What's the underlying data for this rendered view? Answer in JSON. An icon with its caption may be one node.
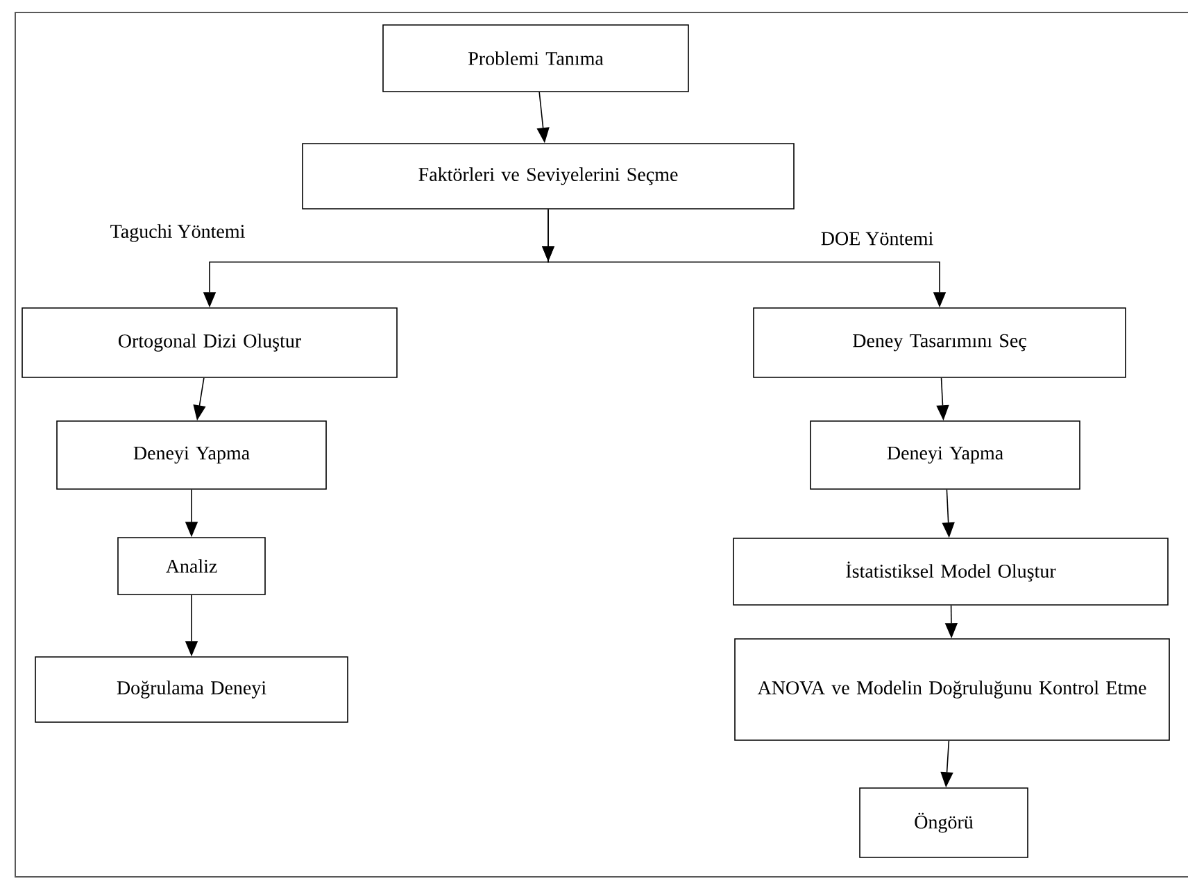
{
  "diagram": {
    "nodes": [
      {
        "text": [
          "Problemi Tanıma"
        ]
      },
      {
        "text": [
          "Faktörleri ve Seviyelerini Seçme"
        ]
      },
      {
        "text": [
          "Ortogonal Dizi Oluştur"
        ]
      },
      {
        "text": [
          "Deneyi Yapma"
        ]
      },
      {
        "text": [
          "Analiz"
        ]
      },
      {
        "text": [
          "Doğrulama Deneyi"
        ]
      },
      {
        "text": [
          "Deney Tasarımını Seç"
        ]
      },
      {
        "text": [
          "Deneyi Yapma"
        ]
      },
      {
        "text": [
          "İstatistiksel Model Oluştur"
        ]
      },
      {
        "text": [
          "ANOVA ve Modelin Doğruluğunu Kontrol Etme"
        ]
      },
      {
        "text": [
          "Öngörü"
        ]
      }
    ],
    "edges": [
      {
        "from": 0,
        "to": 1,
        "arrow": "to"
      },
      {
        "from": 1,
        "to": 2,
        "arrow": "to",
        "label": "Taguchi Yöntemi"
      },
      {
        "from": 1,
        "to": 6,
        "arrow": "to",
        "label": "DOE Yöntemi"
      },
      {
        "from": 2,
        "to": 3,
        "arrow": "to"
      },
      {
        "from": 3,
        "to": 4,
        "arrow": "to"
      },
      {
        "from": 4,
        "to": 5,
        "arrow": "to"
      },
      {
        "from": 6,
        "to": 7,
        "arrow": "to"
      },
      {
        "from": 7,
        "to": 8,
        "arrow": "to"
      },
      {
        "from": 8,
        "to": 9,
        "arrow": "to"
      },
      {
        "from": 9,
        "to": 10,
        "arrow": "to"
      }
    ]
  }
}
